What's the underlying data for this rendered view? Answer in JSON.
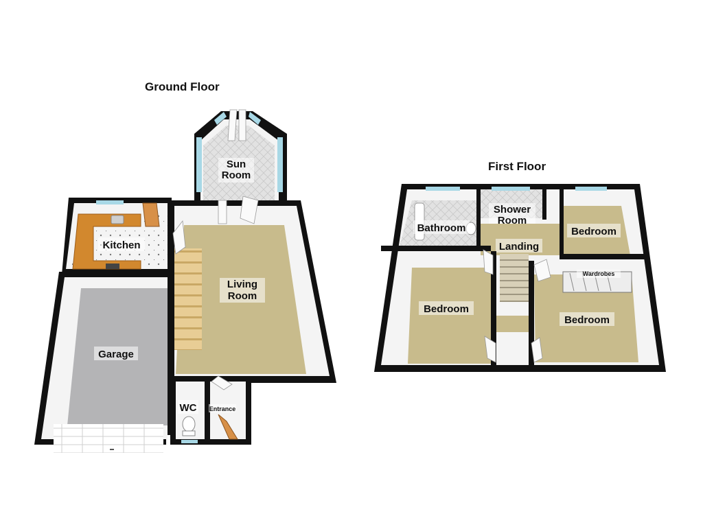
{
  "floors": [
    {
      "title": "Ground Floor",
      "rooms": [
        "Sun Room",
        "Kitchen",
        "Living Room",
        "Garage",
        "WC",
        "Entrance"
      ]
    },
    {
      "title": "First Floor",
      "rooms": [
        "Shower Room",
        "Bathroom",
        "Bedroom",
        "Landing",
        "Bedroom",
        "Wardrobes",
        "Bedroom"
      ]
    }
  ],
  "colors": {
    "wall": "#111111",
    "wall_inner": "#f2f2f2",
    "carpet": "#c8bb8c",
    "garage_floor": "#b4b4b6",
    "tile": "#dcdcdc",
    "kitchen_counter": "#d2882e",
    "window": "#a8d8e6",
    "stairs": "#e2c78e"
  },
  "icons": [
    "door-icon",
    "window-icon",
    "stairs-icon",
    "toilet-icon",
    "bath-icon",
    "sink-icon",
    "hob-icon",
    "garage-door-icon"
  ]
}
